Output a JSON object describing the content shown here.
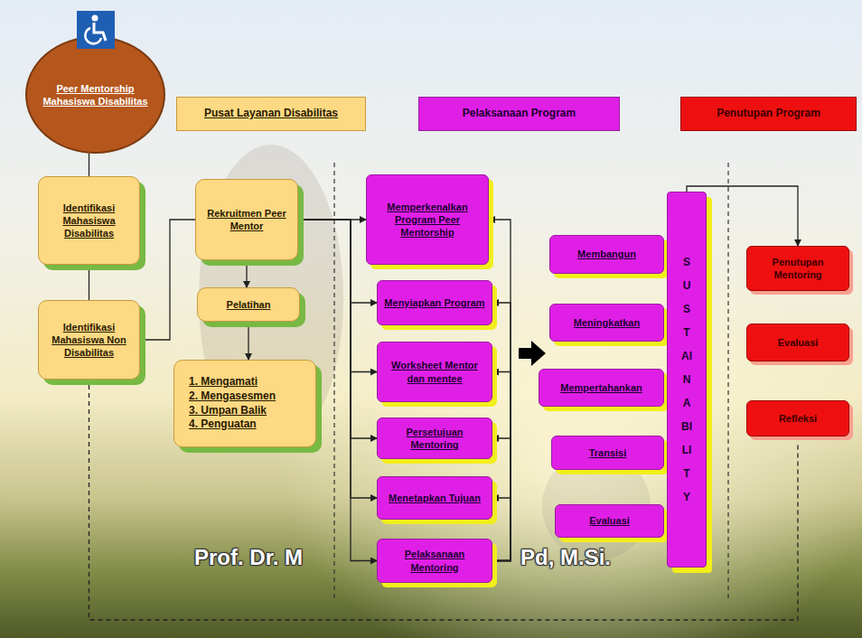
{
  "diagram": {
    "nodes": [
      {
        "text": [
          "Peer Mentorship Mahasiswa Disabilitas"
        ]
      },
      {
        "text": [
          "Pusat Layanan Disabilitas"
        ]
      },
      {
        "text": [
          "Pelaksanaan Program"
        ]
      },
      {
        "text": [
          "Penutupan Program"
        ]
      },
      {
        "text": [
          "Identifikasi Mahasiswa Disabilitas"
        ]
      },
      {
        "text": [
          "Identifikasi Mahasiswa Non Disabilitas"
        ]
      },
      {
        "text": [
          "Rekruitmen Peer Mentor"
        ]
      },
      {
        "text": [
          "Pelatihan"
        ]
      },
      {
        "text": [
          "1. Mengamati",
          "2. Mengasesmen",
          "3. Umpan Balik",
          "4. Penguatan"
        ]
      },
      {
        "text": [
          "Memperkenalkan Program Peer Mentorship"
        ]
      },
      {
        "text": [
          "Menyiapkan Program"
        ]
      },
      {
        "text": [
          "Worksheet Mentor dan mentee"
        ]
      },
      {
        "text": [
          "Persetujuan Mentoring"
        ]
      },
      {
        "text": [
          "Menetapkan Tujuan"
        ]
      },
      {
        "text": [
          "Pelaksanaan Mentoring"
        ]
      },
      {
        "text": [
          "Membangun"
        ]
      },
      {
        "text": [
          "Meningkatkan"
        ]
      },
      {
        "text": [
          "Mempertahankan"
        ]
      },
      {
        "text": [
          "Transisi"
        ]
      },
      {
        "text": [
          "Evaluasi"
        ]
      },
      {
        "text": [
          "SUSTAINABILITY"
        ]
      },
      {
        "text": [
          "Penutupan Mentoring"
        ]
      },
      {
        "text": [
          "Evaluasi"
        ]
      },
      {
        "text": [
          "Refleksi"
        ]
      }
    ],
    "edges": [
      {
        "from": 0,
        "to": 4,
        "arrow": "none"
      },
      {
        "from": 4,
        "to": 5,
        "arrow": "none"
      },
      {
        "from": 5,
        "to": 6,
        "arrow": "none"
      },
      {
        "from": 6,
        "to": 7,
        "arrow": "to"
      },
      {
        "from": 7,
        "to": 8,
        "arrow": "to"
      },
      {
        "from": 6,
        "to": 9,
        "arrow": "to"
      },
      {
        "from": 6,
        "to": 10,
        "arrow": "to"
      },
      {
        "from": 6,
        "to": 11,
        "arrow": "to"
      },
      {
        "from": 6,
        "to": 12,
        "arrow": "to"
      },
      {
        "from": 6,
        "to": 13,
        "arrow": "to"
      },
      {
        "from": 6,
        "to": 14,
        "arrow": "to"
      },
      {
        "from": 14,
        "to": 9,
        "arrow": "to"
      },
      {
        "from": 14,
        "to": 10,
        "arrow": "to"
      },
      {
        "from": 14,
        "to": 11,
        "arrow": "to"
      },
      {
        "from": 14,
        "to": 12,
        "arrow": "to"
      },
      {
        "from": 14,
        "to": 13,
        "arrow": "to"
      },
      {
        "from": 20,
        "to": 21,
        "arrow": "to"
      },
      {
        "from": 5,
        "to": 23,
        "arrow": "none"
      }
    ],
    "labels": [
      "Prof. Dr. M",
      "Pd, M.Si."
    ]
  }
}
